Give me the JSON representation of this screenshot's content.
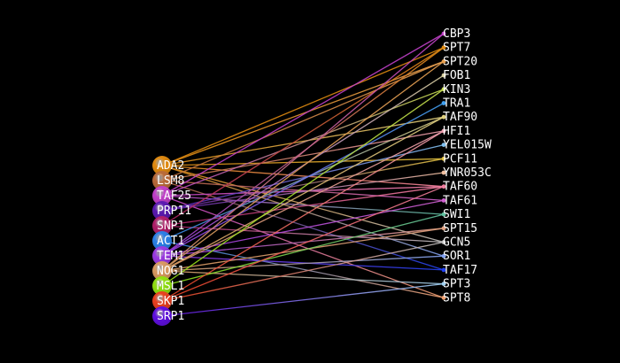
{
  "left_nodes": [
    {
      "label": "ADA2",
      "color": "#e08a10"
    },
    {
      "label": "LSM8",
      "color": "#b86a3a"
    },
    {
      "label": "TAF25",
      "color": "#c040c8"
    },
    {
      "label": "PRP11",
      "color": "#5a1ab0"
    },
    {
      "label": "SNP1",
      "color": "#b0206a"
    },
    {
      "label": "ACT1",
      "color": "#2a80e8"
    },
    {
      "label": "TEM1",
      "color": "#9a3ae0"
    },
    {
      "label": "NOG1",
      "color": "#d89a60"
    },
    {
      "label": "MSL1",
      "color": "#90e010"
    },
    {
      "label": "SKP1",
      "color": "#e84020"
    },
    {
      "label": "SRP1",
      "color": "#6010e0"
    }
  ],
  "right_nodes": [
    {
      "label": "CBP3",
      "color": "#c040c8"
    },
    {
      "label": "SPT7",
      "color": "#e08a10"
    },
    {
      "label": "SPT20",
      "color": "#e8a050"
    },
    {
      "label": "FOB1",
      "color": "#d8d0a0"
    },
    {
      "label": "KIN3",
      "color": "#c8e050"
    },
    {
      "label": "TRA1",
      "color": "#40a0f0"
    },
    {
      "label": "TAF90",
      "color": "#e0d080"
    },
    {
      "label": "HFI1",
      "color": "#f0a0b0"
    },
    {
      "label": "YEL015W",
      "color": "#80c0f0"
    },
    {
      "label": "PCF11",
      "color": "#e0c040"
    },
    {
      "label": "YNR053C",
      "color": "#f0c0a0"
    },
    {
      "label": "TAF60",
      "color": "#f080a0"
    },
    {
      "label": "TAF61",
      "color": "#d060d0"
    },
    {
      "label": "SWI1",
      "color": "#60c0a0"
    },
    {
      "label": "SPT15",
      "color": "#e0a080"
    },
    {
      "label": "GCN5",
      "color": "#c0c0c0"
    },
    {
      "label": "SOR1",
      "color": "#80a0f0"
    },
    {
      "label": "TAF17",
      "color": "#2040f0"
    },
    {
      "label": "SPT3",
      "color": "#a0d0f0"
    },
    {
      "label": "SPT8",
      "color": "#f0a070"
    }
  ],
  "edges": [
    [
      0,
      1
    ],
    [
      0,
      2
    ],
    [
      0,
      6
    ],
    [
      0,
      9
    ],
    [
      0,
      11
    ],
    [
      0,
      15
    ],
    [
      0,
      16
    ],
    [
      1,
      2
    ],
    [
      1,
      7
    ],
    [
      1,
      12
    ],
    [
      1,
      17
    ],
    [
      2,
      0
    ],
    [
      2,
      4
    ],
    [
      2,
      11
    ],
    [
      2,
      13
    ],
    [
      2,
      19
    ],
    [
      3,
      8
    ],
    [
      3,
      9
    ],
    [
      3,
      10
    ],
    [
      4,
      1
    ],
    [
      4,
      11
    ],
    [
      4,
      15
    ],
    [
      5,
      6
    ],
    [
      5,
      19
    ],
    [
      6,
      1
    ],
    [
      6,
      3
    ],
    [
      6,
      5
    ],
    [
      6,
      12
    ],
    [
      6,
      14
    ],
    [
      6,
      17
    ],
    [
      7,
      0
    ],
    [
      7,
      2
    ],
    [
      7,
      6
    ],
    [
      7,
      7
    ],
    [
      7,
      14
    ],
    [
      7,
      16
    ],
    [
      7,
      18
    ],
    [
      8,
      4
    ],
    [
      8,
      13
    ],
    [
      9,
      7
    ],
    [
      9,
      11
    ],
    [
      9,
      15
    ],
    [
      10,
      18
    ]
  ]
}
